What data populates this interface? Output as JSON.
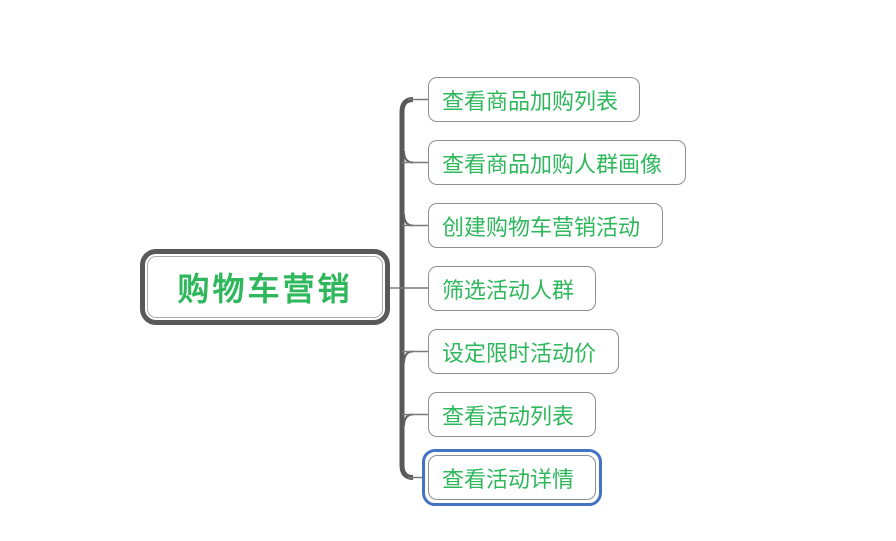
{
  "mindmap": {
    "central_topic": {
      "label": "购物车营销"
    },
    "subtopics": [
      {
        "label": "查看商品加购列表",
        "selected": false
      },
      {
        "label": "查看商品加购人群画像",
        "selected": false
      },
      {
        "label": "创建购物车营销活动",
        "selected": false
      },
      {
        "label": "筛选活动人群",
        "selected": false
      },
      {
        "label": "设定限时活动价",
        "selected": false
      },
      {
        "label": "查看活动列表",
        "selected": false
      },
      {
        "label": "查看活动详情",
        "selected": true
      }
    ],
    "colors": {
      "topic_text_green": "#2fb75c",
      "central_border_gray": "#595959",
      "subtopic_border_gray": "#8f8f8f",
      "selection_blue": "#4472c4",
      "connector_dark": "#595959",
      "connector_thin": "#7a7a7a",
      "background": "#ffffff"
    }
  }
}
